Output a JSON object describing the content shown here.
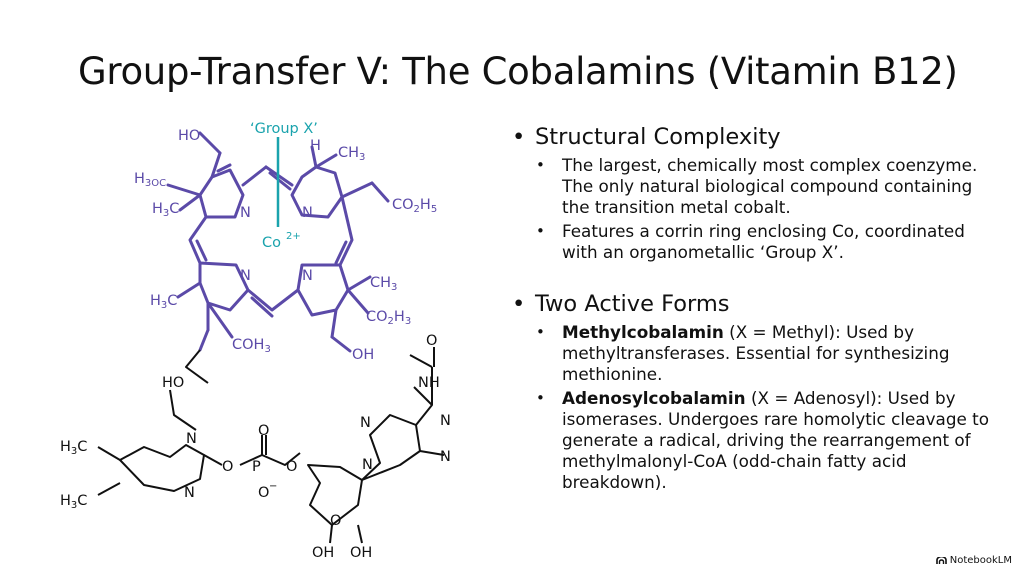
{
  "title": "Group-Transfer V: The Cobalamins (Vitamin B12)",
  "diagram": {
    "group_label": "‘Group X’",
    "metal_label": "Co",
    "metal_charge": "2+",
    "nitrogen": "N",
    "ring_color": "#5b4aa8",
    "group_color": "#1aa3ad",
    "substituents": {
      "ho_top": "HO",
      "h3co": "H",
      "h3co_sub": "3",
      "h3co_rest": "3OC",
      "h3c_left": "H",
      "h3c_sub": "3",
      "h3c_rest": "C",
      "h_top": "H",
      "ch3_top": "CH",
      "ch3_sub": "3",
      "co2h5": "CO",
      "co2h5_sub1": "2",
      "co2h5_rest": "H",
      "co2h5_sub2": "5",
      "ch3_right": "CH",
      "ch3_right_sub": "3",
      "co2h3": "CO",
      "co2h3_sub1": "2",
      "co2h3_rest": "H",
      "co2h3_sub2": "3",
      "h3c_lower": "H",
      "h3c_lower_sub": "3",
      "h3c_lower_rest": "C",
      "coh3": "COH",
      "coh3_sub": "3",
      "oh_ring": "OH"
    },
    "tail": {
      "ho": "HO",
      "o": "O",
      "nh": "NH",
      "n": "N",
      "p": "P",
      "o_minus": "O",
      "minus": "−",
      "oh1": "OH",
      "oh2": "OH",
      "h3c_top": "H",
      "h3c_bot": "H",
      "sub3": "3",
      "c": "C"
    }
  },
  "sections": [
    {
      "heading": "Structural Complexity",
      "items": [
        {
          "bold": "",
          "text": "The largest, chemically most complex coenzyme. The only natural biological compound containing the transition metal cobalt."
        },
        {
          "bold": "",
          "text": "Features a corrin ring enclosing Co, coordinated with an organometallic ‘Group X’."
        }
      ]
    },
    {
      "heading": "Two Active Forms",
      "items": [
        {
          "bold": "Methylcobalamin",
          "text": " (X = Methyl): Used by methyltransferases. Essential for synthesizing methionine."
        },
        {
          "bold": "Adenosylcobalamin",
          "text": " (X = Adenosyl): Used by isomerases. Undergoes rare homolytic cleavage to generate a radical, driving the rearrangement of methylmalonyl-CoA (odd-chain fatty acid breakdown)."
        }
      ]
    }
  ],
  "bullet_glyph": "•",
  "footer": "NotebookLM"
}
